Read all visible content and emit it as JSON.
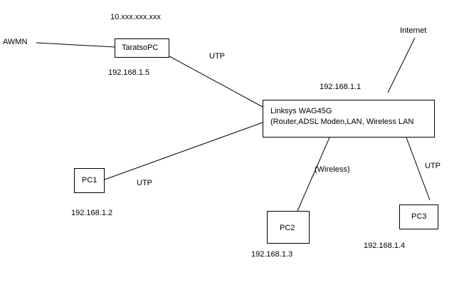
{
  "nodes": {
    "taratsopc": {
      "label": "TaratsoPC",
      "ip": "192.168.1.5",
      "external_ip": "10.xxx.xxx.xxx"
    },
    "router": {
      "label_line1": "Linksys WAG45G",
      "label_line2": "(Router,ADSL Moden,LAN, Wireless LAN",
      "ip": "192.168.1.1"
    },
    "pc1": {
      "label": "PC1",
      "ip": "192.168.1.2"
    },
    "pc2": {
      "label": "PC2",
      "ip": "192.168.1.3"
    },
    "pc3": {
      "label": "PC3",
      "ip": "192.168.1.4"
    }
  },
  "external": {
    "awmn": "AWMN",
    "internet": "Internet"
  },
  "links": {
    "taratso_router": "UTP",
    "pc1_router": "UTP",
    "pc2_router": "(Wireless)",
    "pc3_router": "UTP"
  },
  "colors": {
    "line": "#000000",
    "background": "#ffffff"
  }
}
